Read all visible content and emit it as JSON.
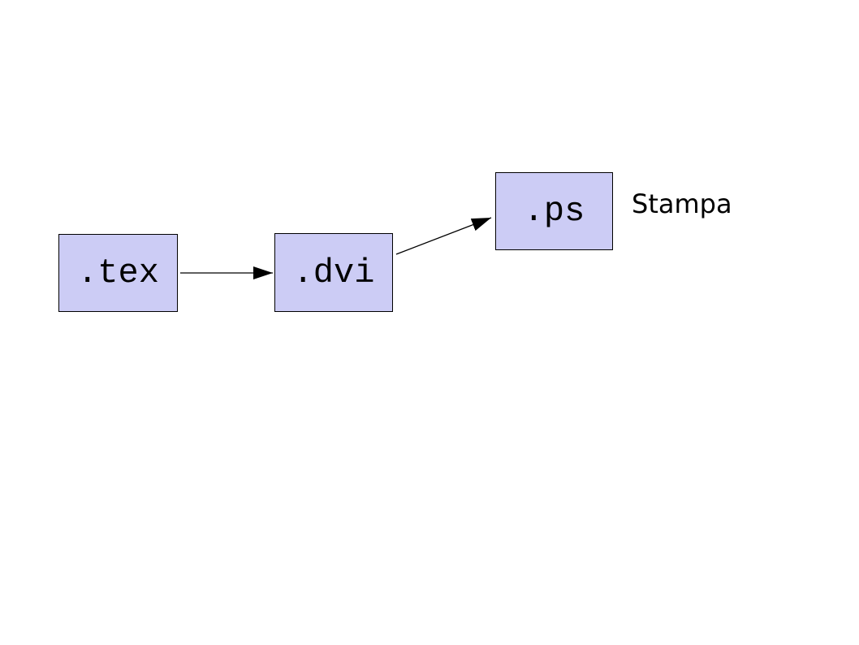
{
  "diagram": {
    "nodes": [
      {
        "id": "tex",
        "label": ".tex"
      },
      {
        "id": "dvi",
        "label": ".dvi"
      },
      {
        "id": "ps",
        "label": ".ps"
      }
    ],
    "edges": [
      {
        "from": "tex",
        "to": "dvi"
      },
      {
        "from": "dvi",
        "to": "ps"
      }
    ],
    "annotations": [
      {
        "id": "stampa",
        "text": "Stampa"
      }
    ],
    "colors": {
      "background": "#ffffff",
      "node_fill": "#ccccf5",
      "node_border": "#000000",
      "arrow": "#000000",
      "text": "#000000"
    }
  }
}
